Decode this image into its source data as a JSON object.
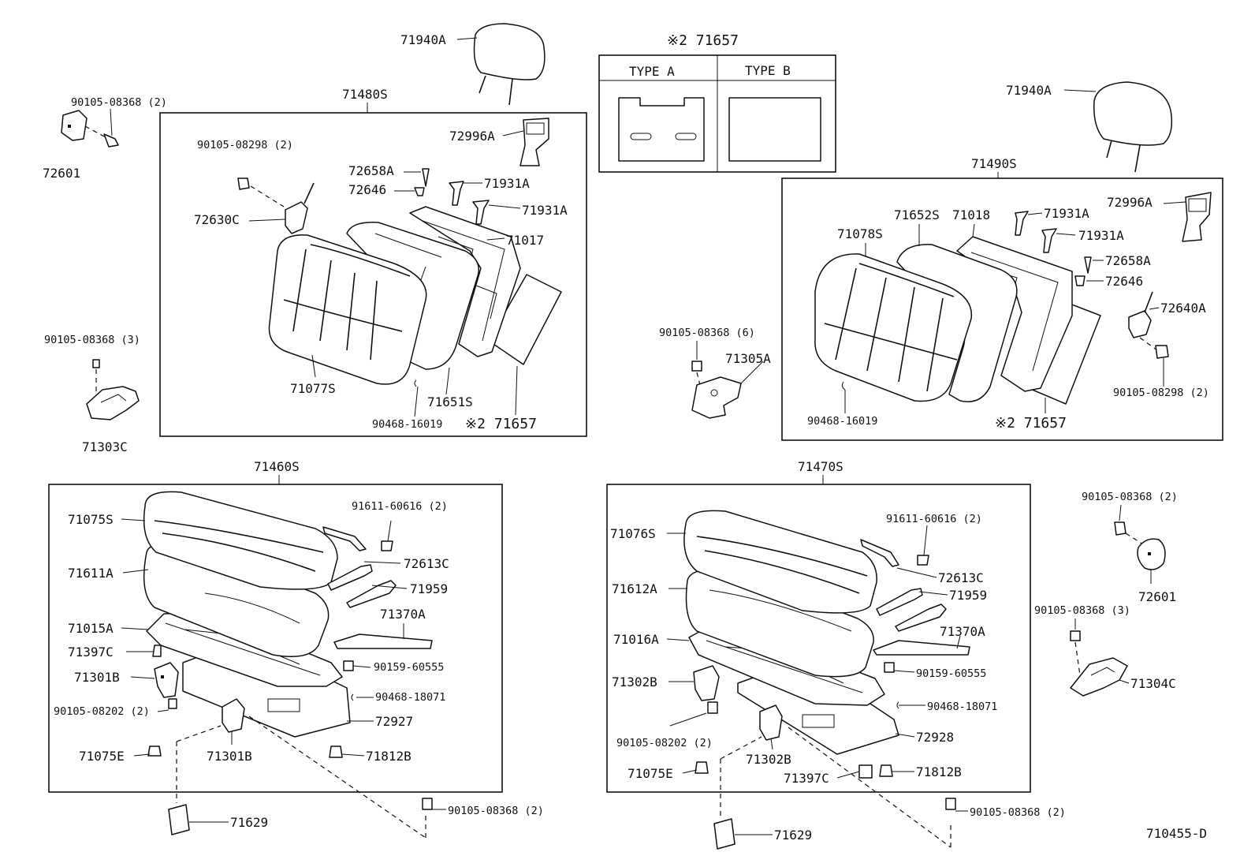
{
  "diagram": {
    "drawing_number": "710455-D",
    "legend": {
      "title": "※2 71657",
      "type_a_label": "TYPE A",
      "type_b_label": "TYPE B"
    },
    "assemblies": {
      "rear_back_left": "71480S",
      "rear_back_right": "71490S",
      "cushion_left": "71460S",
      "cushion_right": "71470S"
    },
    "labels": {
      "headrest_left": "71940A",
      "headrest_right": "71940A",
      "bolt_top_left": "90105-08368 (2)",
      "hinge_top_left": "72601",
      "bolt_mid_left": "90105-08368 (3)",
      "bracket_71303c": "71303C",
      "l_bolt_08298": "90105-08298 (2)",
      "l_72630c": "72630C",
      "l_72996a": "72996A",
      "l_72658a": "72658A",
      "l_72646": "72646",
      "l_71931a_1": "71931A",
      "l_71931a_2": "71931A",
      "l_71017": "71017",
      "l_71077s": "71077S",
      "l_71651s": "71651S",
      "l_90468_16019": "90468-16019",
      "l_71657": "※2 71657",
      "r_71652s": "71652S",
      "r_71018": "71018",
      "r_71078s": "71078S",
      "r_71931a_1": "71931A",
      "r_71931a_2": "71931A",
      "r_72996a": "72996A",
      "r_72658a": "72658A",
      "r_72646": "72646",
      "r_72640a": "72640A",
      "r_bolt_08298": "90105-08298 (2)",
      "r_90468_16019": "90468-16019",
      "r_71657": "※2 71657",
      "mid_bolt_08368": "90105-08368 (6)",
      "mid_71305a": "71305A",
      "cl_71075s": "71075S",
      "cl_71611a": "71611A",
      "cl_71015a": "71015A",
      "cl_71397c": "71397C",
      "cl_71301b_1": "71301B",
      "cl_bolt_08202": "90105-08202 (2)",
      "cl_71075e": "71075E",
      "cl_71301b_2": "71301B",
      "cl_91611": "91611-60616 (2)",
      "cl_72613c": "72613C",
      "cl_71959": "71959",
      "cl_71370a": "71370A",
      "cl_90159": "90159-60555",
      "cl_90468_18071": "90468-18071",
      "cl_72927": "72927",
      "cl_71812b": "71812B",
      "cl_71629": "71629",
      "cl_bolt_bottom": "90105-08368 (2)",
      "cr_71076s": "71076S",
      "cr_71612a": "71612A",
      "cr_71016a": "71016A",
      "cr_71302b_1": "71302B",
      "cr_bolt_08202": "90105-08202 (2)",
      "cr_71075e": "71075E",
      "cr_71302b_2": "71302B",
      "cr_71397c": "71397C",
      "cr_91611": "91611-60616 (2)",
      "cr_72613c": "72613C",
      "cr_71959": "71959",
      "cr_71370a": "71370A",
      "cr_90159": "90159-60555",
      "cr_90468_18071": "90468-18071",
      "cr_72928": "72928",
      "cr_71812b": "71812B",
      "cr_71629": "71629",
      "cr_bolt_bottom": "90105-08368 (2)",
      "far_bolt_2": "90105-08368 (2)",
      "far_72601": "72601",
      "far_bolt_3": "90105-08368 (3)",
      "far_71304c": "71304C"
    }
  }
}
